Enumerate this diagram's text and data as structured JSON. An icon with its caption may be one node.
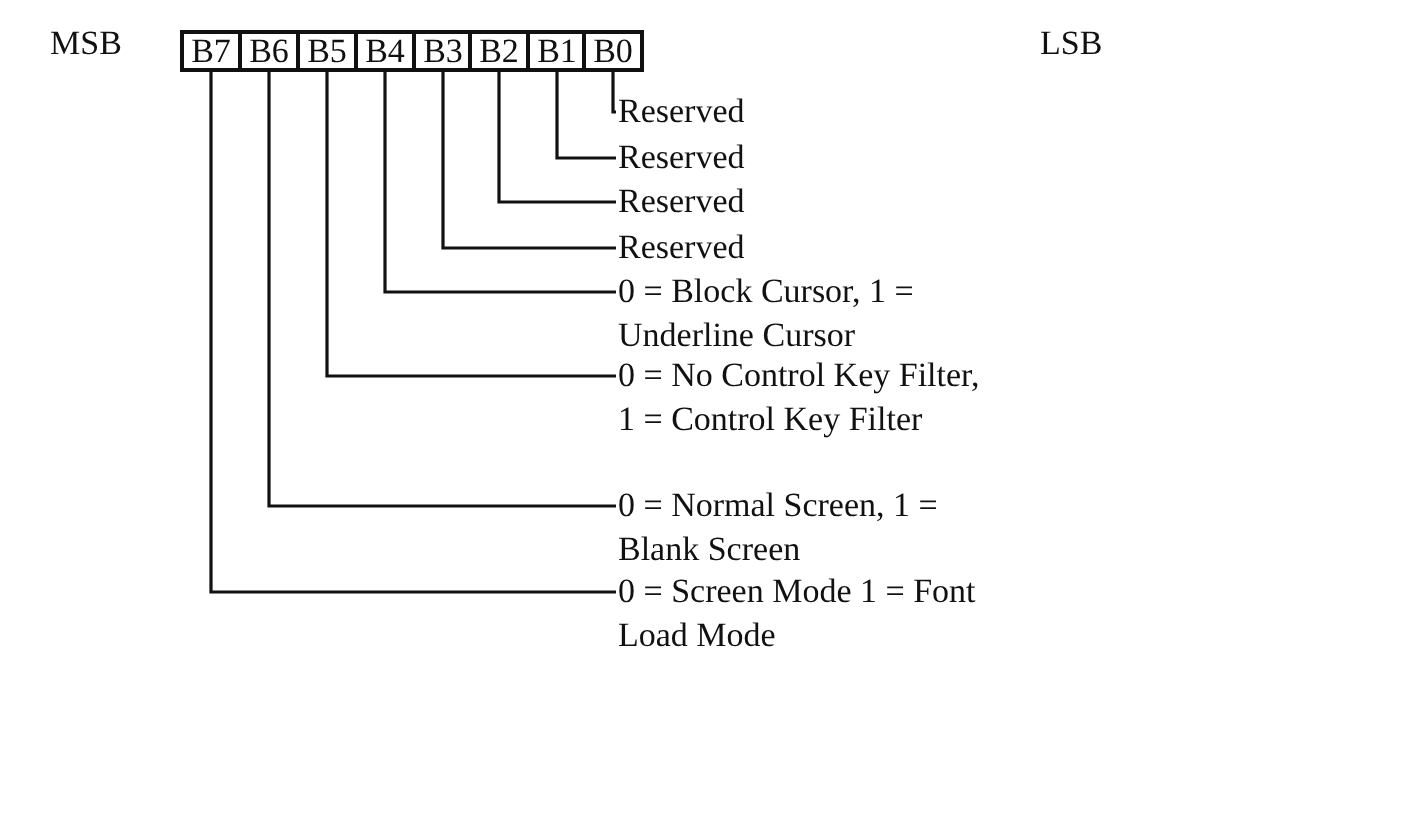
{
  "diagram": {
    "nodes": [
      {
        "text": [
          "B7"
        ]
      },
      {
        "text": [
          "B6"
        ]
      },
      {
        "text": [
          "B5"
        ]
      },
      {
        "text": [
          "B4"
        ]
      },
      {
        "text": [
          "B3"
        ]
      },
      {
        "text": [
          "B2"
        ]
      },
      {
        "text": [
          "B1"
        ]
      },
      {
        "text": [
          "B0"
        ]
      },
      {
        "text": [
          "Reserved"
        ]
      },
      {
        "text": [
          "Reserved"
        ]
      },
      {
        "text": [
          "Reserved"
        ]
      },
      {
        "text": [
          "Reserved"
        ]
      },
      {
        "text": [
          "0 = Block Cursor, 1 = Underline Cursor"
        ]
      },
      {
        "text": [
          "0 = No Control Key Filter, 1 = Control Key Filter"
        ]
      },
      {
        "text": [
          "0 = Normal Screen, 1 = Blank Screen"
        ]
      },
      {
        "text": [
          "0 = Screen Mode 1 = Font Load Mode"
        ]
      }
    ],
    "edges": [
      {
        "from": 7,
        "to": 8,
        "arrow": "none"
      },
      {
        "from": 6,
        "to": 9,
        "arrow": "none"
      },
      {
        "from": 5,
        "to": 10,
        "arrow": "none"
      },
      {
        "from": 4,
        "to": 11,
        "arrow": "none"
      },
      {
        "from": 3,
        "to": 12,
        "arrow": "none"
      },
      {
        "from": 2,
        "to": 13,
        "arrow": "none"
      },
      {
        "from": 1,
        "to": 14,
        "arrow": "none"
      },
      {
        "from": 0,
        "to": 15,
        "arrow": "none"
      }
    ],
    "labels": [
      "MSB",
      "LSB"
    ]
  }
}
